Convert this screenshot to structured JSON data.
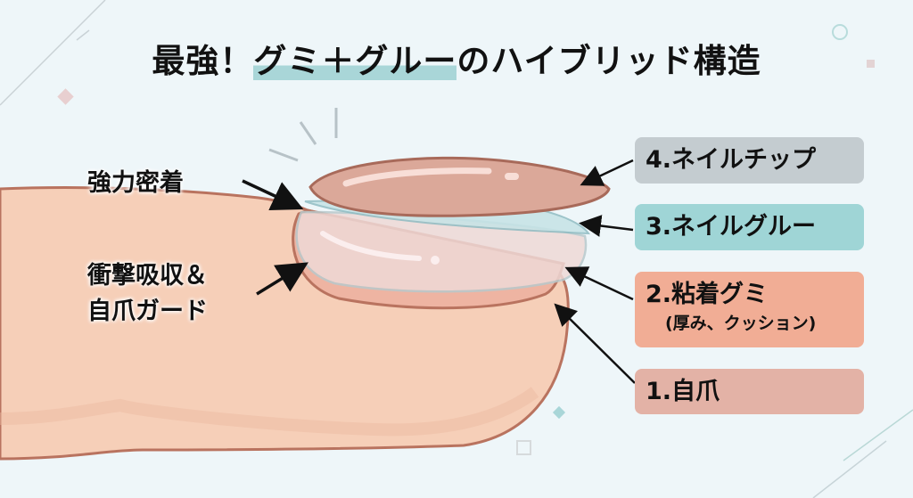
{
  "title": {
    "prefix": "最強！",
    "highlight": "グミ＋グルー",
    "suffix": "のハイブリッド構造"
  },
  "layers": [
    {
      "label": "4.ネイルチップ",
      "color": "#c4ccd0"
    },
    {
      "label": "3.ネイルグルー",
      "color": "#9fd5d6"
    },
    {
      "label": "2.粘着グミ",
      "sub": "(厚み、クッション)",
      "color": "#f1ad95"
    },
    {
      "label": "1.自爪",
      "color": "#e3b2a6"
    }
  ],
  "callouts": {
    "adhesion": "強力密着",
    "shock_line1": "衝撃吸収＆",
    "shock_line2": "自爪ガード"
  },
  "colors": {
    "background": "#eef6f9",
    "skin": "#f6cfb8",
    "skin_outline": "#b9735f",
    "nail_tip": "#dba899",
    "glue": "#bfe0e3",
    "title_highlight": "#a9d6d8"
  }
}
